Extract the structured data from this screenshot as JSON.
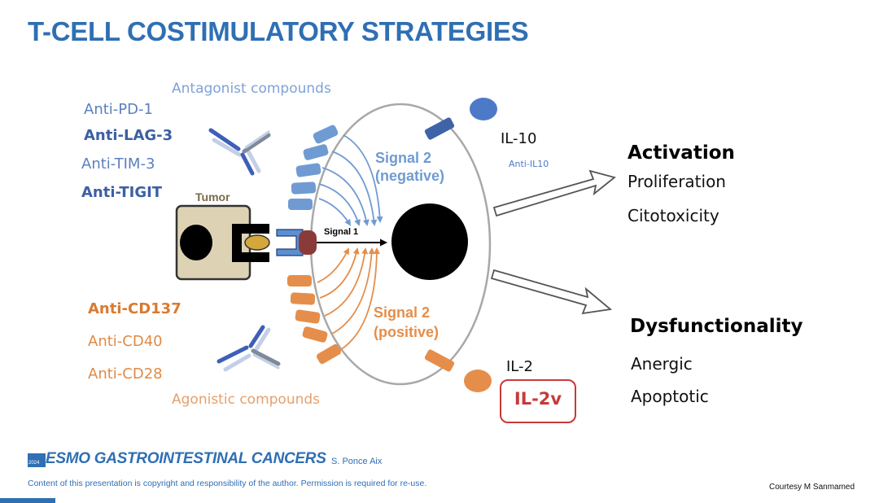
{
  "slide": {
    "title": "T-CELL COSTIMULATORY STRATEGIES"
  },
  "antagonist": {
    "heading": "Antagonist compounds",
    "items": [
      "Anti-PD-1",
      "Anti-LAG-3",
      "Anti-TIM-3",
      "Anti-TIGIT"
    ]
  },
  "agonist": {
    "heading": "Agonistic compounds",
    "items": [
      "Anti-CD137",
      "Anti-CD40",
      "Anti-CD28"
    ]
  },
  "diagram": {
    "tumor_label": "Tumor",
    "signal1_label": "Signal 1",
    "signal2_negative": [
      "Signal 2",
      "(negative)"
    ],
    "signal2_positive": [
      "Signal 2",
      "(positive)"
    ],
    "il10_label": "IL-10",
    "anti_il10_label": "Anti-IL10",
    "il2_label": "IL-2",
    "il2v_label": "IL-2v",
    "colors": {
      "blue_receptor": "#6f9bd2",
      "orange_receptor": "#e58e4b",
      "tumor_fill": "#ddd3b4",
      "il2v_border": "#c63a3a"
    }
  },
  "outcomes": {
    "activation": {
      "heading": "Activation",
      "items": [
        "Proliferation",
        "Citotoxicity"
      ]
    },
    "dysfunction": {
      "heading": "Dysfunctionality",
      "items": [
        "Anergic",
        "Apoptotic"
      ]
    }
  },
  "footer": {
    "logo_text": "ESMO GASTROINTESTINAL CANCERS",
    "logo_year": "2024",
    "author": "S. Ponce Aix",
    "copyright": "Content of this presentation is copyright and responsibility of the author. Permission is required for re-use.",
    "courtesy": "Courtesy  M Sanmamed"
  }
}
